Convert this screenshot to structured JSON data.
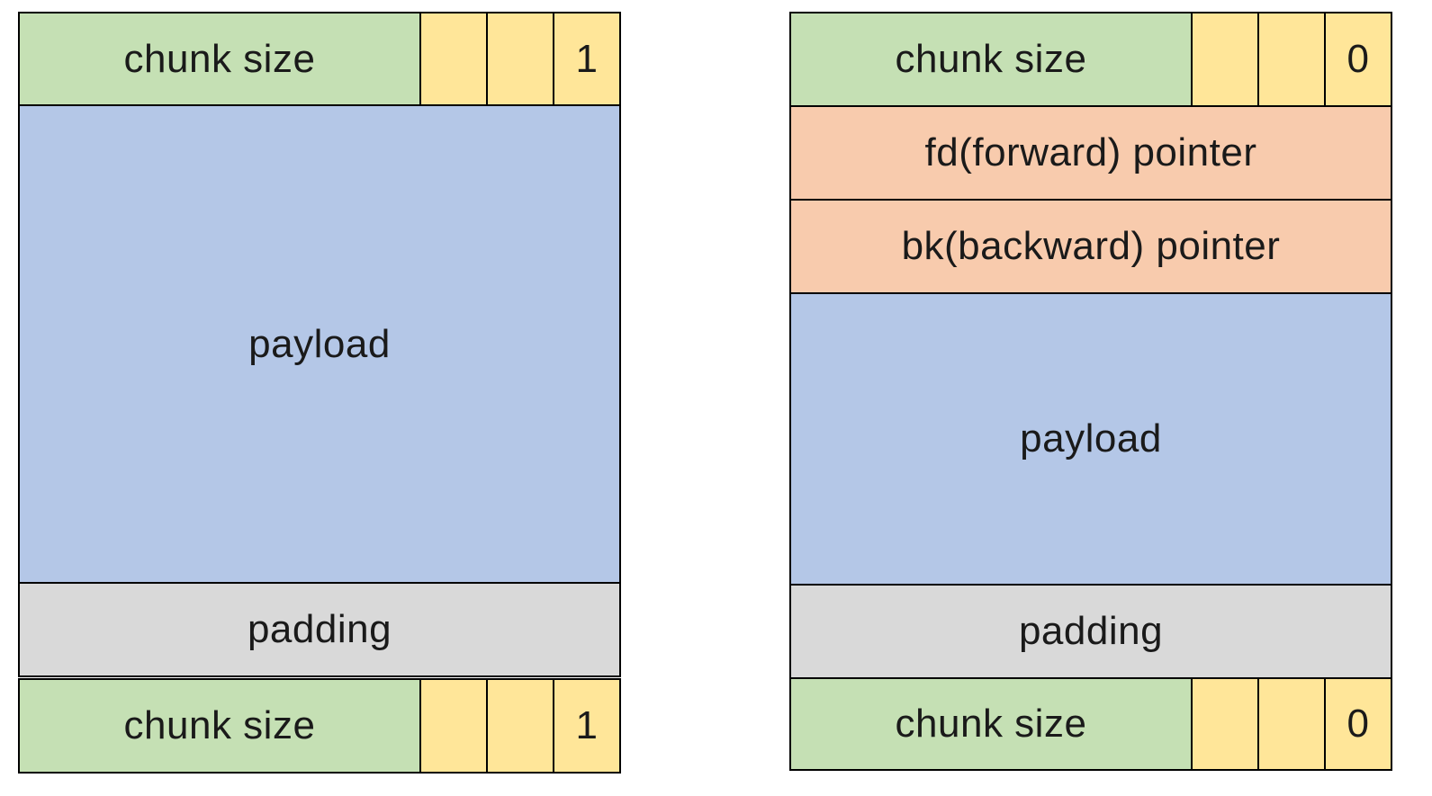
{
  "diagrams": [
    {
      "id": "allocated",
      "header": {
        "size_label": "chunk size",
        "bits": [
          "",
          "",
          "1"
        ]
      },
      "body": [
        {
          "kind": "payload",
          "label": "payload"
        },
        {
          "kind": "padding",
          "label": "padding"
        }
      ],
      "footer": {
        "size_label": "chunk size",
        "bits": [
          "",
          "",
          "1"
        ]
      }
    },
    {
      "id": "free",
      "header": {
        "size_label": "chunk size",
        "bits": [
          "",
          "",
          "0"
        ]
      },
      "body": [
        {
          "kind": "pointer",
          "label": "fd(forward) pointer"
        },
        {
          "kind": "pointer",
          "label": "bk(backward) pointer"
        },
        {
          "kind": "payload",
          "label": "payload"
        },
        {
          "kind": "padding",
          "label": "padding"
        }
      ],
      "footer": {
        "size_label": "chunk size",
        "bits": [
          "",
          "",
          "0"
        ]
      }
    }
  ],
  "colors": {
    "size_field": "#c5e0b4",
    "flag_bits": "#ffe699",
    "payload": "#b4c7e7",
    "padding": "#d9d9d9",
    "pointer": "#f8cbad"
  }
}
